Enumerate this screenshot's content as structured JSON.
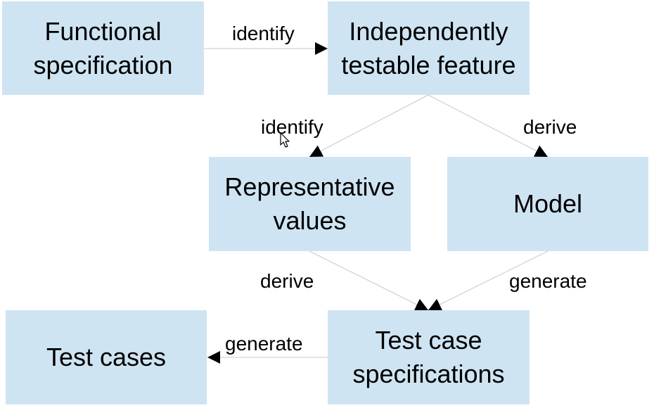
{
  "nodes": {
    "functional_spec": "Functional\nspecification",
    "testable_feature": "Independently\ntestable feature",
    "representative_values": "Representative\nvalues",
    "model": "Model",
    "test_case_specs": "Test case\nspecifications",
    "test_cases": "Test cases"
  },
  "edges": {
    "spec_to_feature": "identify",
    "feature_to_values": "identify",
    "feature_to_model": "derive",
    "values_to_specs": "derive",
    "model_to_specs": "generate",
    "specs_to_cases": "generate"
  },
  "colors": {
    "box_fill": "#cfe4f2",
    "line": "#c8c8c8",
    "arrowhead": "#000000"
  },
  "icons": {
    "cursor": "mouse-pointer-icon"
  }
}
